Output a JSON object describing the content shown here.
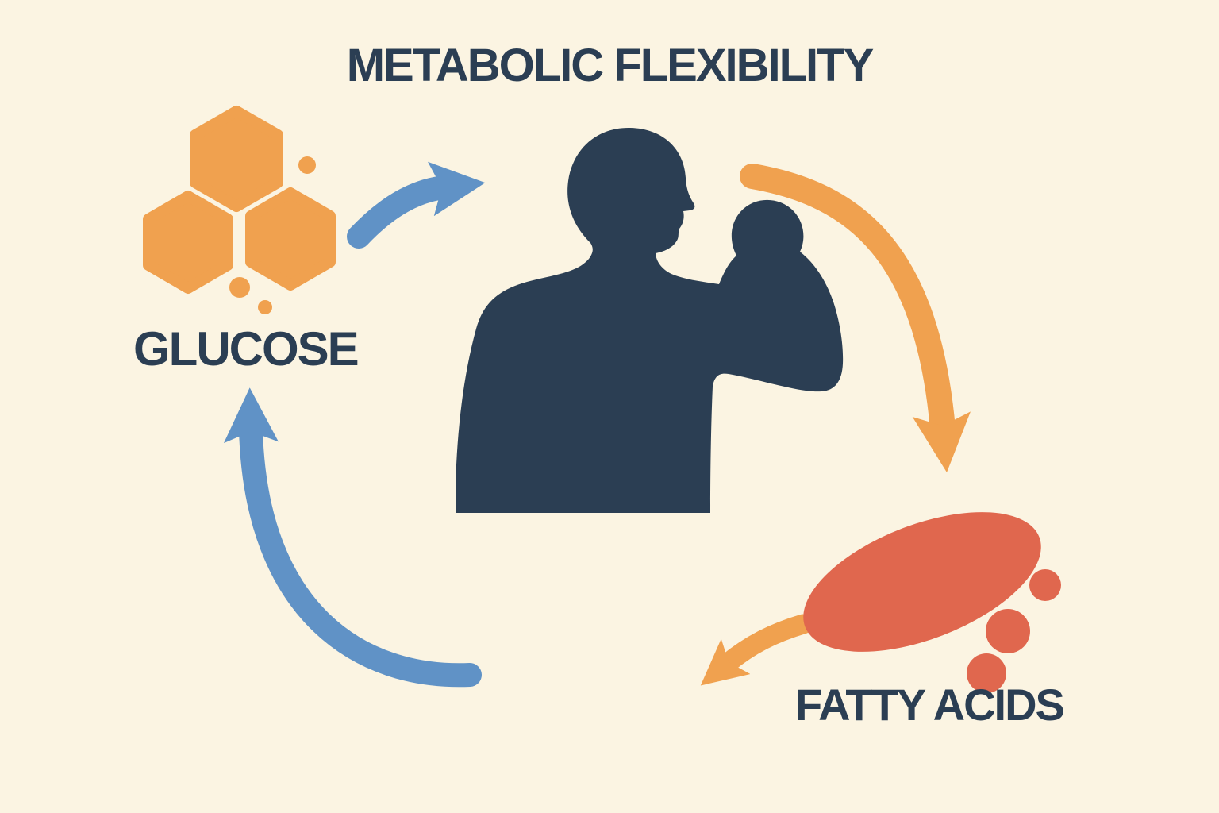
{
  "title": "METABOLIC FLEXIBILITY",
  "labels": {
    "glucose": "GLUCOSE",
    "fatty_acids": "FATTY ACIDS"
  },
  "colors": {
    "background": "#FBF4E2",
    "ink_navy": "#2B3E53",
    "orange": "#F0A14F",
    "blue": "#6092C6",
    "coral": "#E0674E"
  },
  "icons": {
    "glucose_molecule": "hexagon-cluster",
    "body_silhouette": "flexing-person",
    "fat_droplet": "ellipse-with-dots",
    "arrow_glucose_to_body": "curved-arrow-blue",
    "arrow_body_to_fat": "curved-arrow-orange",
    "arrow_fat_outflow": "curved-arrow-orange-small",
    "arrow_fat_to_glucose": "curved-arrow-blue-large"
  }
}
